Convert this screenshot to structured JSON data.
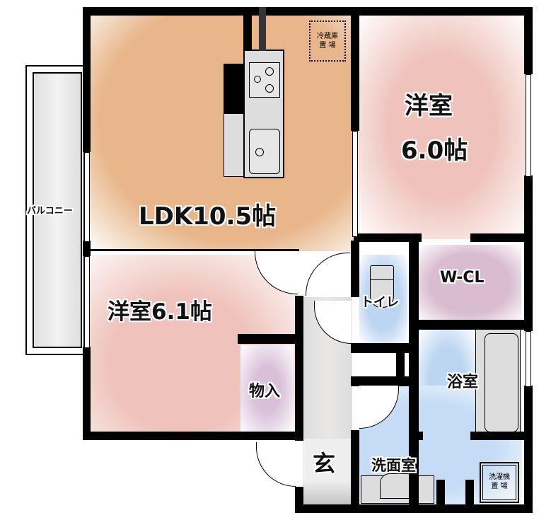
{
  "floorplan": {
    "rooms": {
      "ldk": {
        "label": "LDK10.5帖",
        "color": "#e8b68a"
      },
      "western_room_1": {
        "label_line1": "洋室",
        "label_line2": "6.0帖",
        "color": "#efc3bc"
      },
      "western_room_2": {
        "label": "洋室6.1帖",
        "color": "#efc3bc"
      },
      "walk_in_closet": {
        "label": "W-CL",
        "color": "#d9bcd0"
      },
      "toilet": {
        "label": "トイレ",
        "color": "#bcd6f2"
      },
      "bathroom": {
        "label": "浴室",
        "color": "#bcd6f2"
      },
      "storage": {
        "label": "物入",
        "color": "#d8c0d8"
      },
      "entrance": {
        "label": "玄"
      },
      "washroom": {
        "label": "洗面室",
        "color": "#c4dcf5"
      },
      "balcony": {
        "label": "バルコニー",
        "color": "#e6e6e6"
      }
    },
    "fixtures": {
      "fridge_space": {
        "line1": "冷蔵庫",
        "line2": "置 場"
      },
      "washer_space": {
        "line1": "洗濯機",
        "line2": "置 場"
      }
    }
  }
}
